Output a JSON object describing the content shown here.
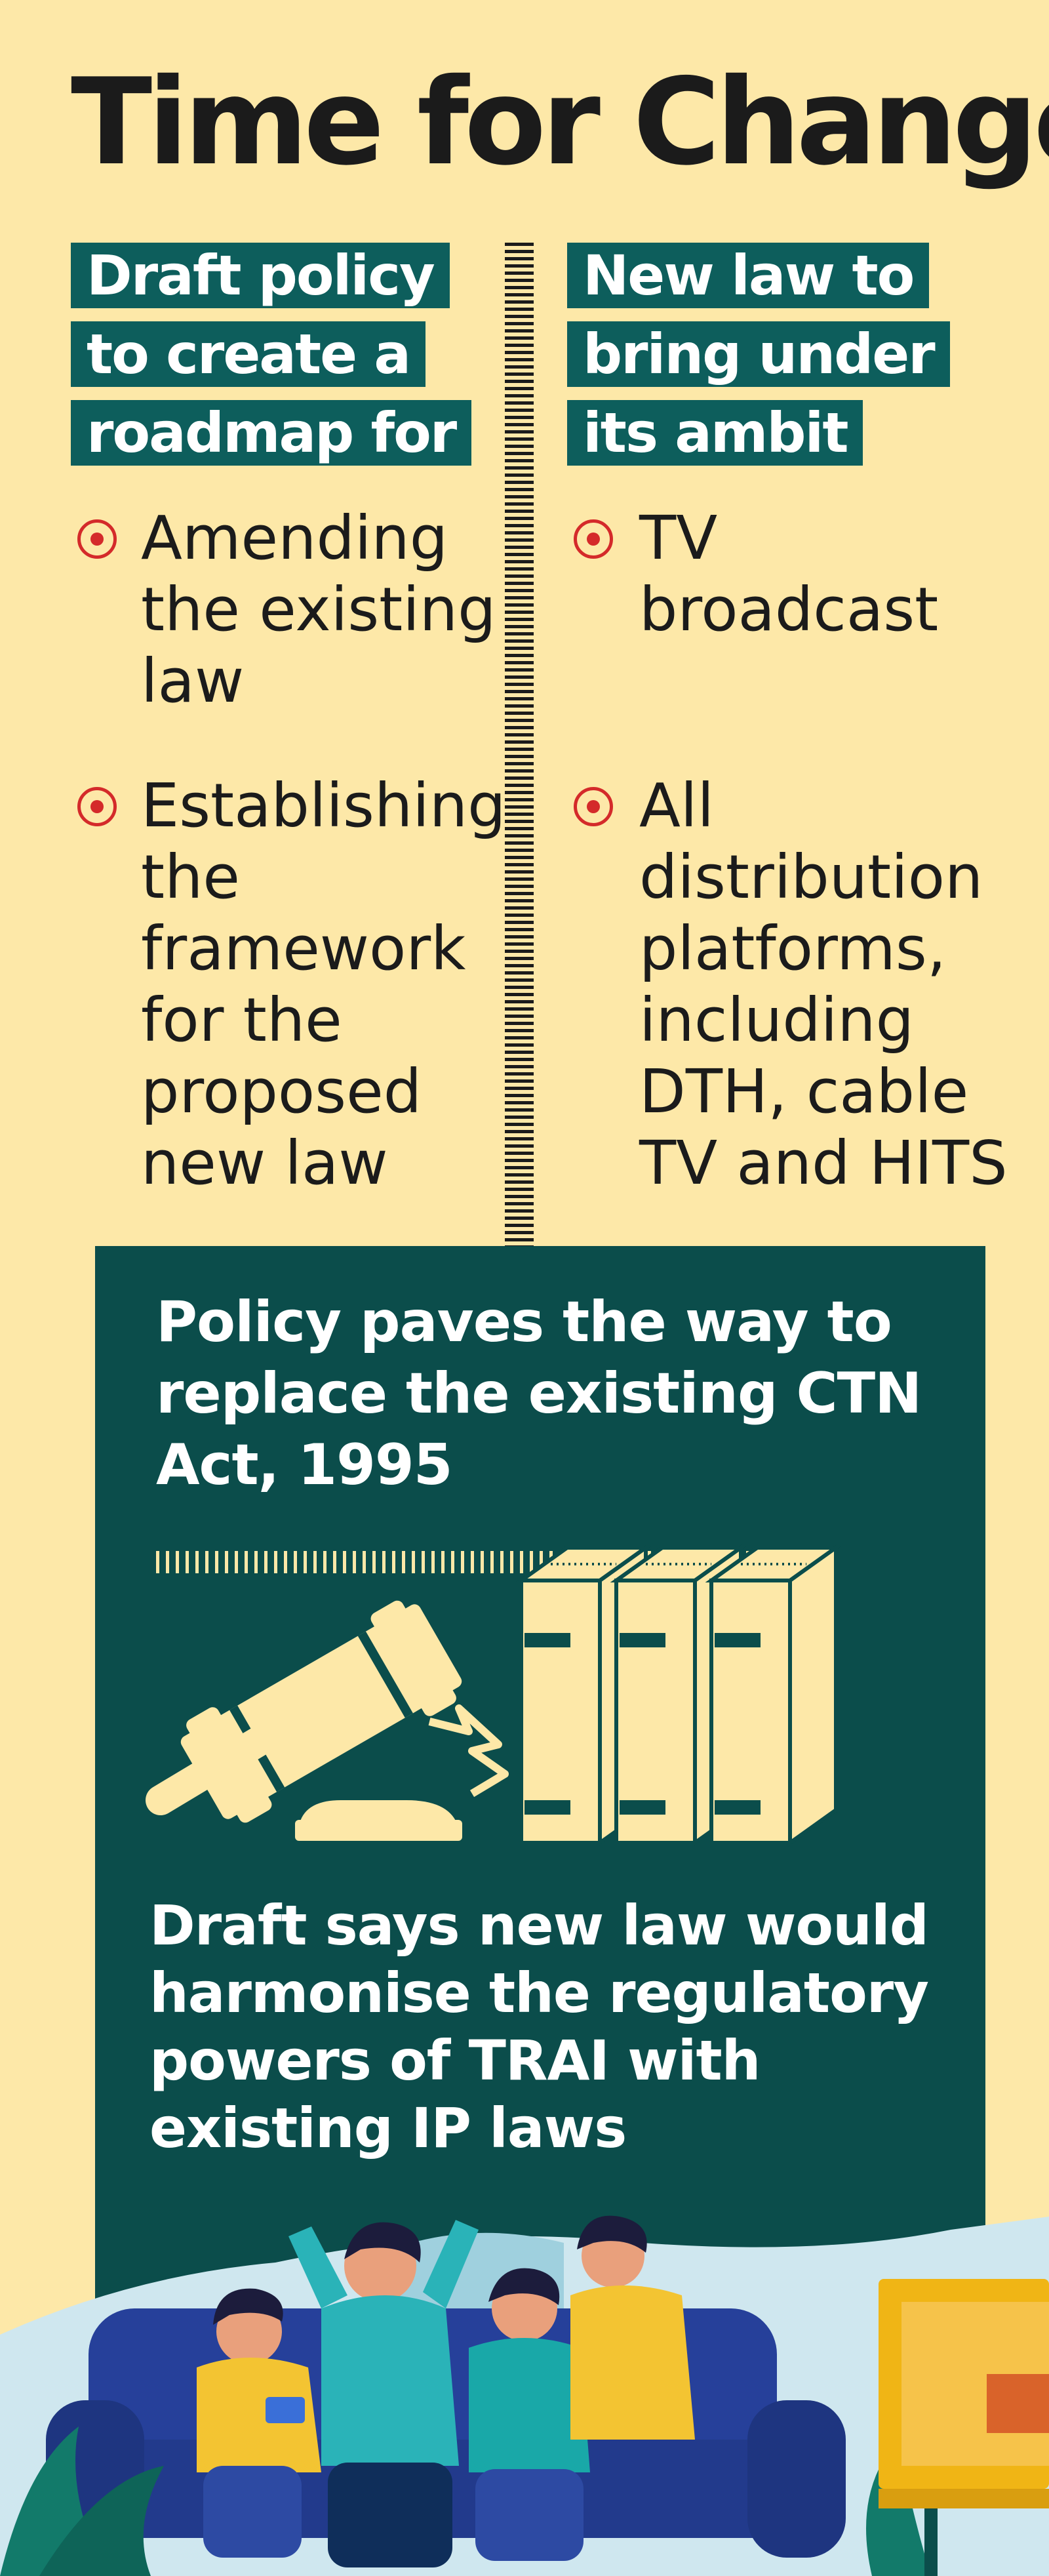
{
  "title": "Time for Change",
  "left_column": {
    "heading_lines": [
      "Draft policy",
      "to create a",
      "roadmap for"
    ],
    "items": [
      "Amending\nthe existing\nlaw",
      "Establishing\nthe\nframework\nfor the\nproposed\nnew law"
    ]
  },
  "right_column": {
    "heading_lines": [
      "New law to",
      "bring under",
      "its ambit"
    ],
    "items": [
      "TV\nbroadcast",
      "All\ndistribution\nplatforms,\nincluding\nDTH, cable\nTV and HITS"
    ]
  },
  "panel": {
    "statement_1": "Policy paves the way to\nreplace the existing CTN\nAct, 1995",
    "statement_2": "Draft says new law would\nharmonise the regulatory\npowers of TRAI with\nexisting IP laws"
  },
  "colors": {
    "background": "#fde8a8",
    "teal": "#0d5e5c",
    "panel": "#0b4d4b",
    "bullet_red": "#d42a2a",
    "ink": "#1b1b1b"
  }
}
